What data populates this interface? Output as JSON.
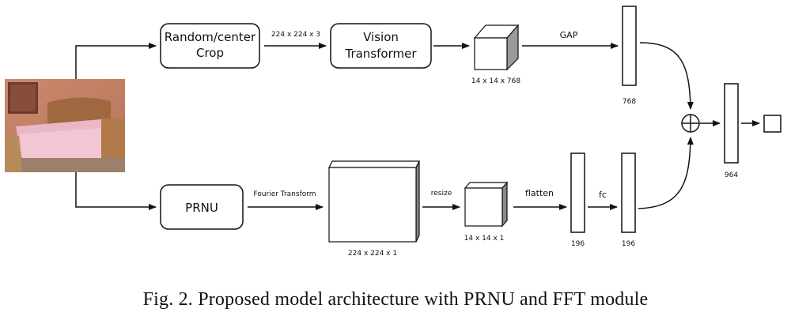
{
  "nodes": {
    "crop": [
      "Random/center",
      "Crop"
    ],
    "vit": [
      "Vision",
      "Transformer"
    ],
    "prnu": "PRNU"
  },
  "edge_labels": {
    "crop_to_vit": "224 x 224 x 3",
    "gap": "GAP",
    "fourier": "Fourier Transform",
    "resize": "resize",
    "flatten": "flatten",
    "fc": "fc"
  },
  "dims": {
    "vit_out": "14 x 14 x 768",
    "gap_vec": "768",
    "fourier_out": "224 x 224 x 1",
    "resized": "14 x 14 x 1",
    "flat": "196",
    "fc_vec": "196",
    "concat": "964"
  },
  "caption": "Fig. 2.  Proposed model architecture with PRNU and FFT module"
}
